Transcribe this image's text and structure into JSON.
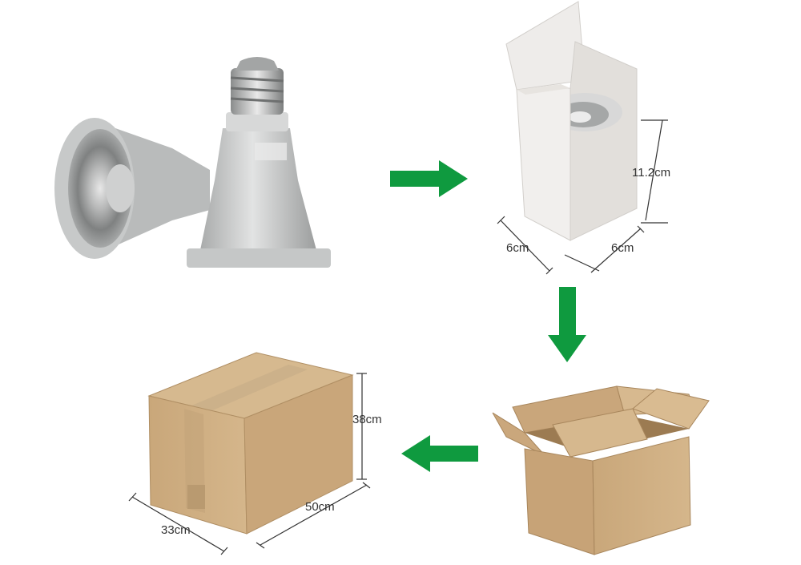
{
  "steps": {
    "bulbs": {
      "icon": "led-bulb-icon"
    },
    "inner_box": {
      "icon": "open-inner-box-icon",
      "width": "6cm",
      "depth": "6cm",
      "height": "11.2cm"
    },
    "open_carton": {
      "icon": "open-carton-icon"
    },
    "sealed_carton": {
      "icon": "sealed-carton-icon",
      "depth": "33cm",
      "width": "50cm",
      "height": "38cm"
    }
  },
  "arrows": {
    "color": "#0f9a3f"
  }
}
